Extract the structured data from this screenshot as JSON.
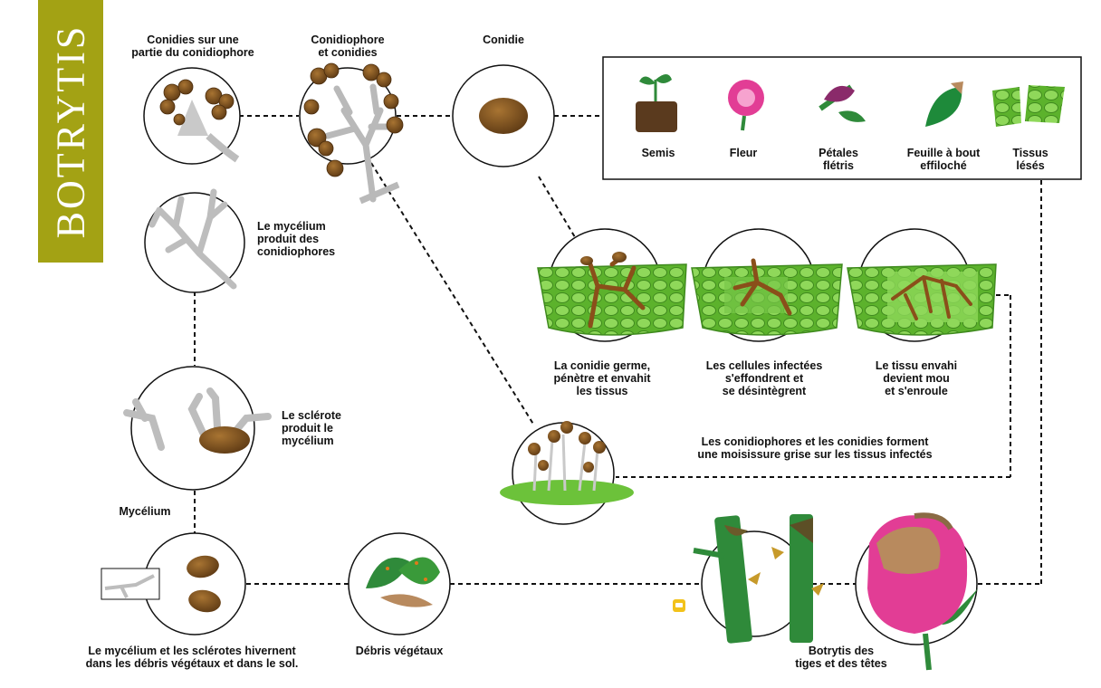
{
  "banner": {
    "title": "BOTRYTIS",
    "color": "#a3a214"
  },
  "labels": {
    "conidies_partie": "Conidies sur une\npartie du conidiophore",
    "conidiophore_conidies": "Conidiophore\net conidies",
    "conidie": "Conidie",
    "mycelium_produit": "Le mycélium\nproduit des\nconidiophores",
    "sclerote_produit": "Le sclérote\nproduit le\nmycélium",
    "mycelium": "Mycélium",
    "hivernent": "Le mycélium et les sclérotes hivernent\ndans les débris végétaux et dans le sol.",
    "debris": "Débris végétaux",
    "botrytis_tiges": "Botrytis des\ntiges et des têtes",
    "moisissure": "Les conidiophores et les conidies forment\nune moisissure grise sur les tissus infectés",
    "germe": "La conidie germe,\npénètre et envahit\nles tissus",
    "effondrent": "Les cellules infectées\ns'effondrent et\nse désintègrent",
    "envahi": "Le tissu envahi\ndevient mou\net s'enroule"
  },
  "entry_points": [
    {
      "key": "semis",
      "label": "Semis"
    },
    {
      "key": "fleur",
      "label": "Fleur"
    },
    {
      "key": "petales",
      "label": "Pétales\nflétris"
    },
    {
      "key": "feuille",
      "label": "Feuille à bout\neffiloché"
    },
    {
      "key": "tissus",
      "label": "Tissus\nlésés"
    }
  ],
  "colors": {
    "spore": "#7a4e1f",
    "leaf": "#6cc23a",
    "stem": "#2f8a3a",
    "rose": "#e23d95",
    "mycelium": "#b9b9b9"
  }
}
